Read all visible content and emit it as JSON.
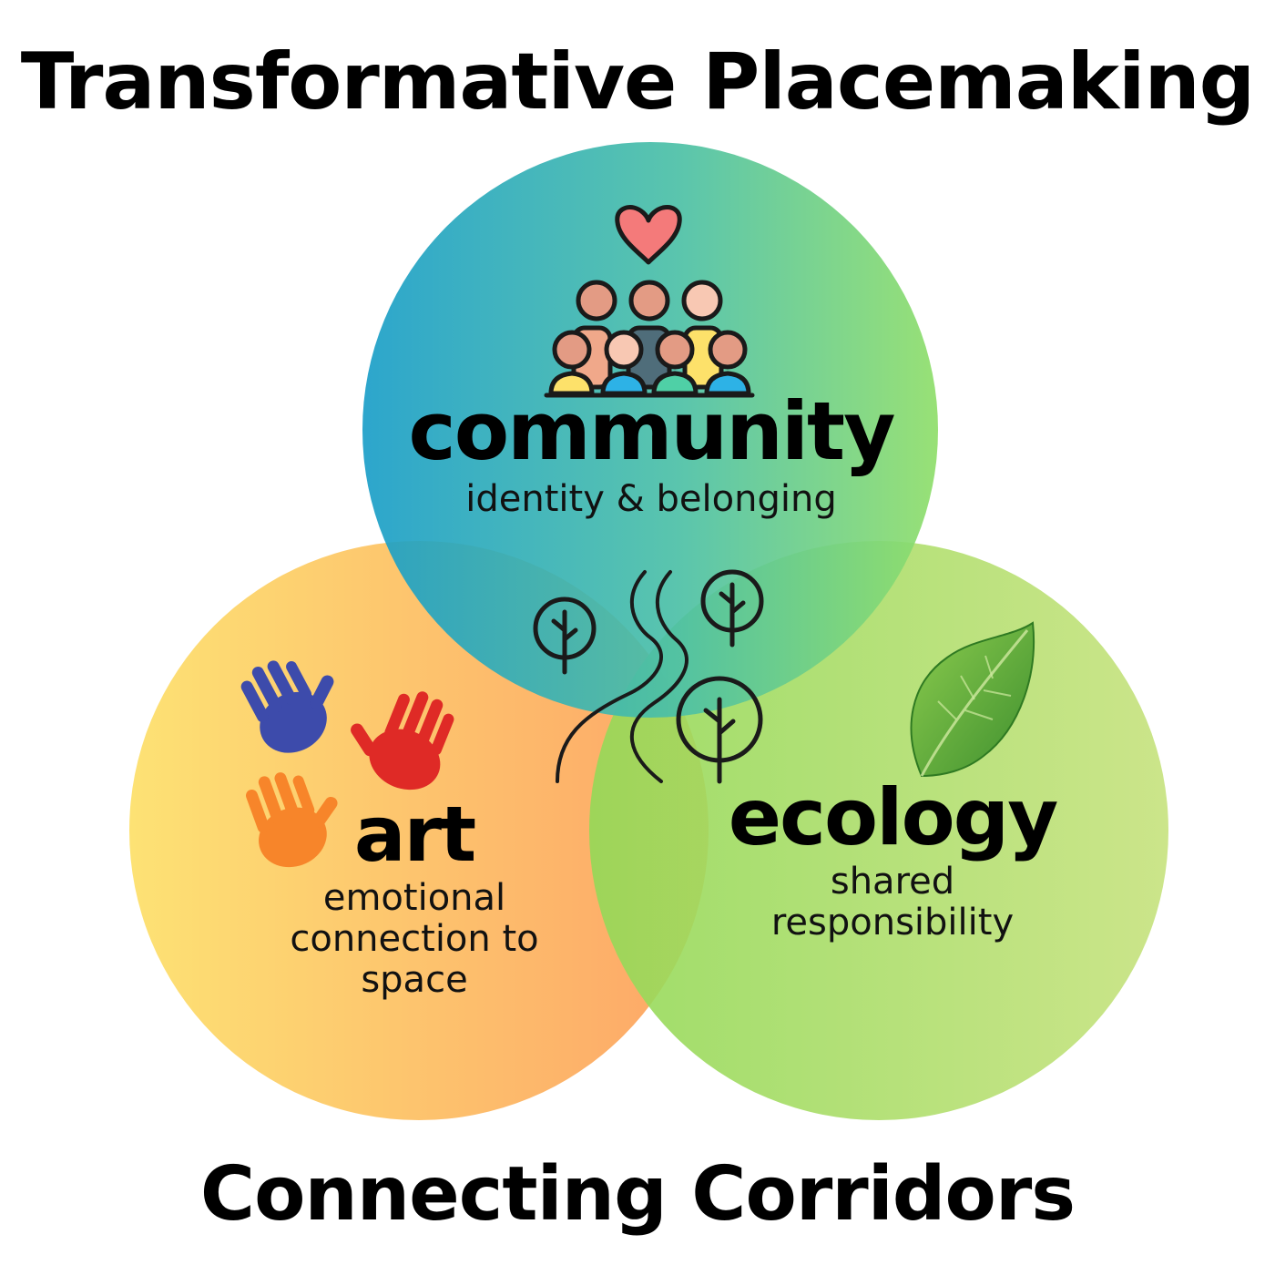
{
  "title": "Transformative Placemaking",
  "subtitle": "Connecting Corridors",
  "circles": {
    "community": {
      "label": "community",
      "description": "identity & belonging",
      "icons": [
        "heart-icon",
        "people-group-icon"
      ],
      "colors": [
        "#1aa0c4",
        "#8bdc6a"
      ]
    },
    "art": {
      "label": "art",
      "description_lines": [
        "emotional",
        "connection to",
        "space"
      ],
      "icons": [
        "blue-handprint-icon",
        "red-handprint-icon",
        "orange-handprint-icon"
      ],
      "colors": [
        "#fde073",
        "#fda867"
      ]
    },
    "ecology": {
      "label": "ecology",
      "description_lines": [
        "shared",
        "responsibility"
      ],
      "icons": [
        "leaf-icon"
      ],
      "colors": [
        "#9ad957",
        "#c3e07a"
      ]
    }
  },
  "center_icons": [
    "tree-icon",
    "winding-path-icon"
  ],
  "accent_colors": {
    "heart": "#f47a7a",
    "hand_blue": "#3d4bab",
    "hand_red": "#df2a26",
    "hand_orange": "#f7852a",
    "leaf": "#5aa63c"
  }
}
